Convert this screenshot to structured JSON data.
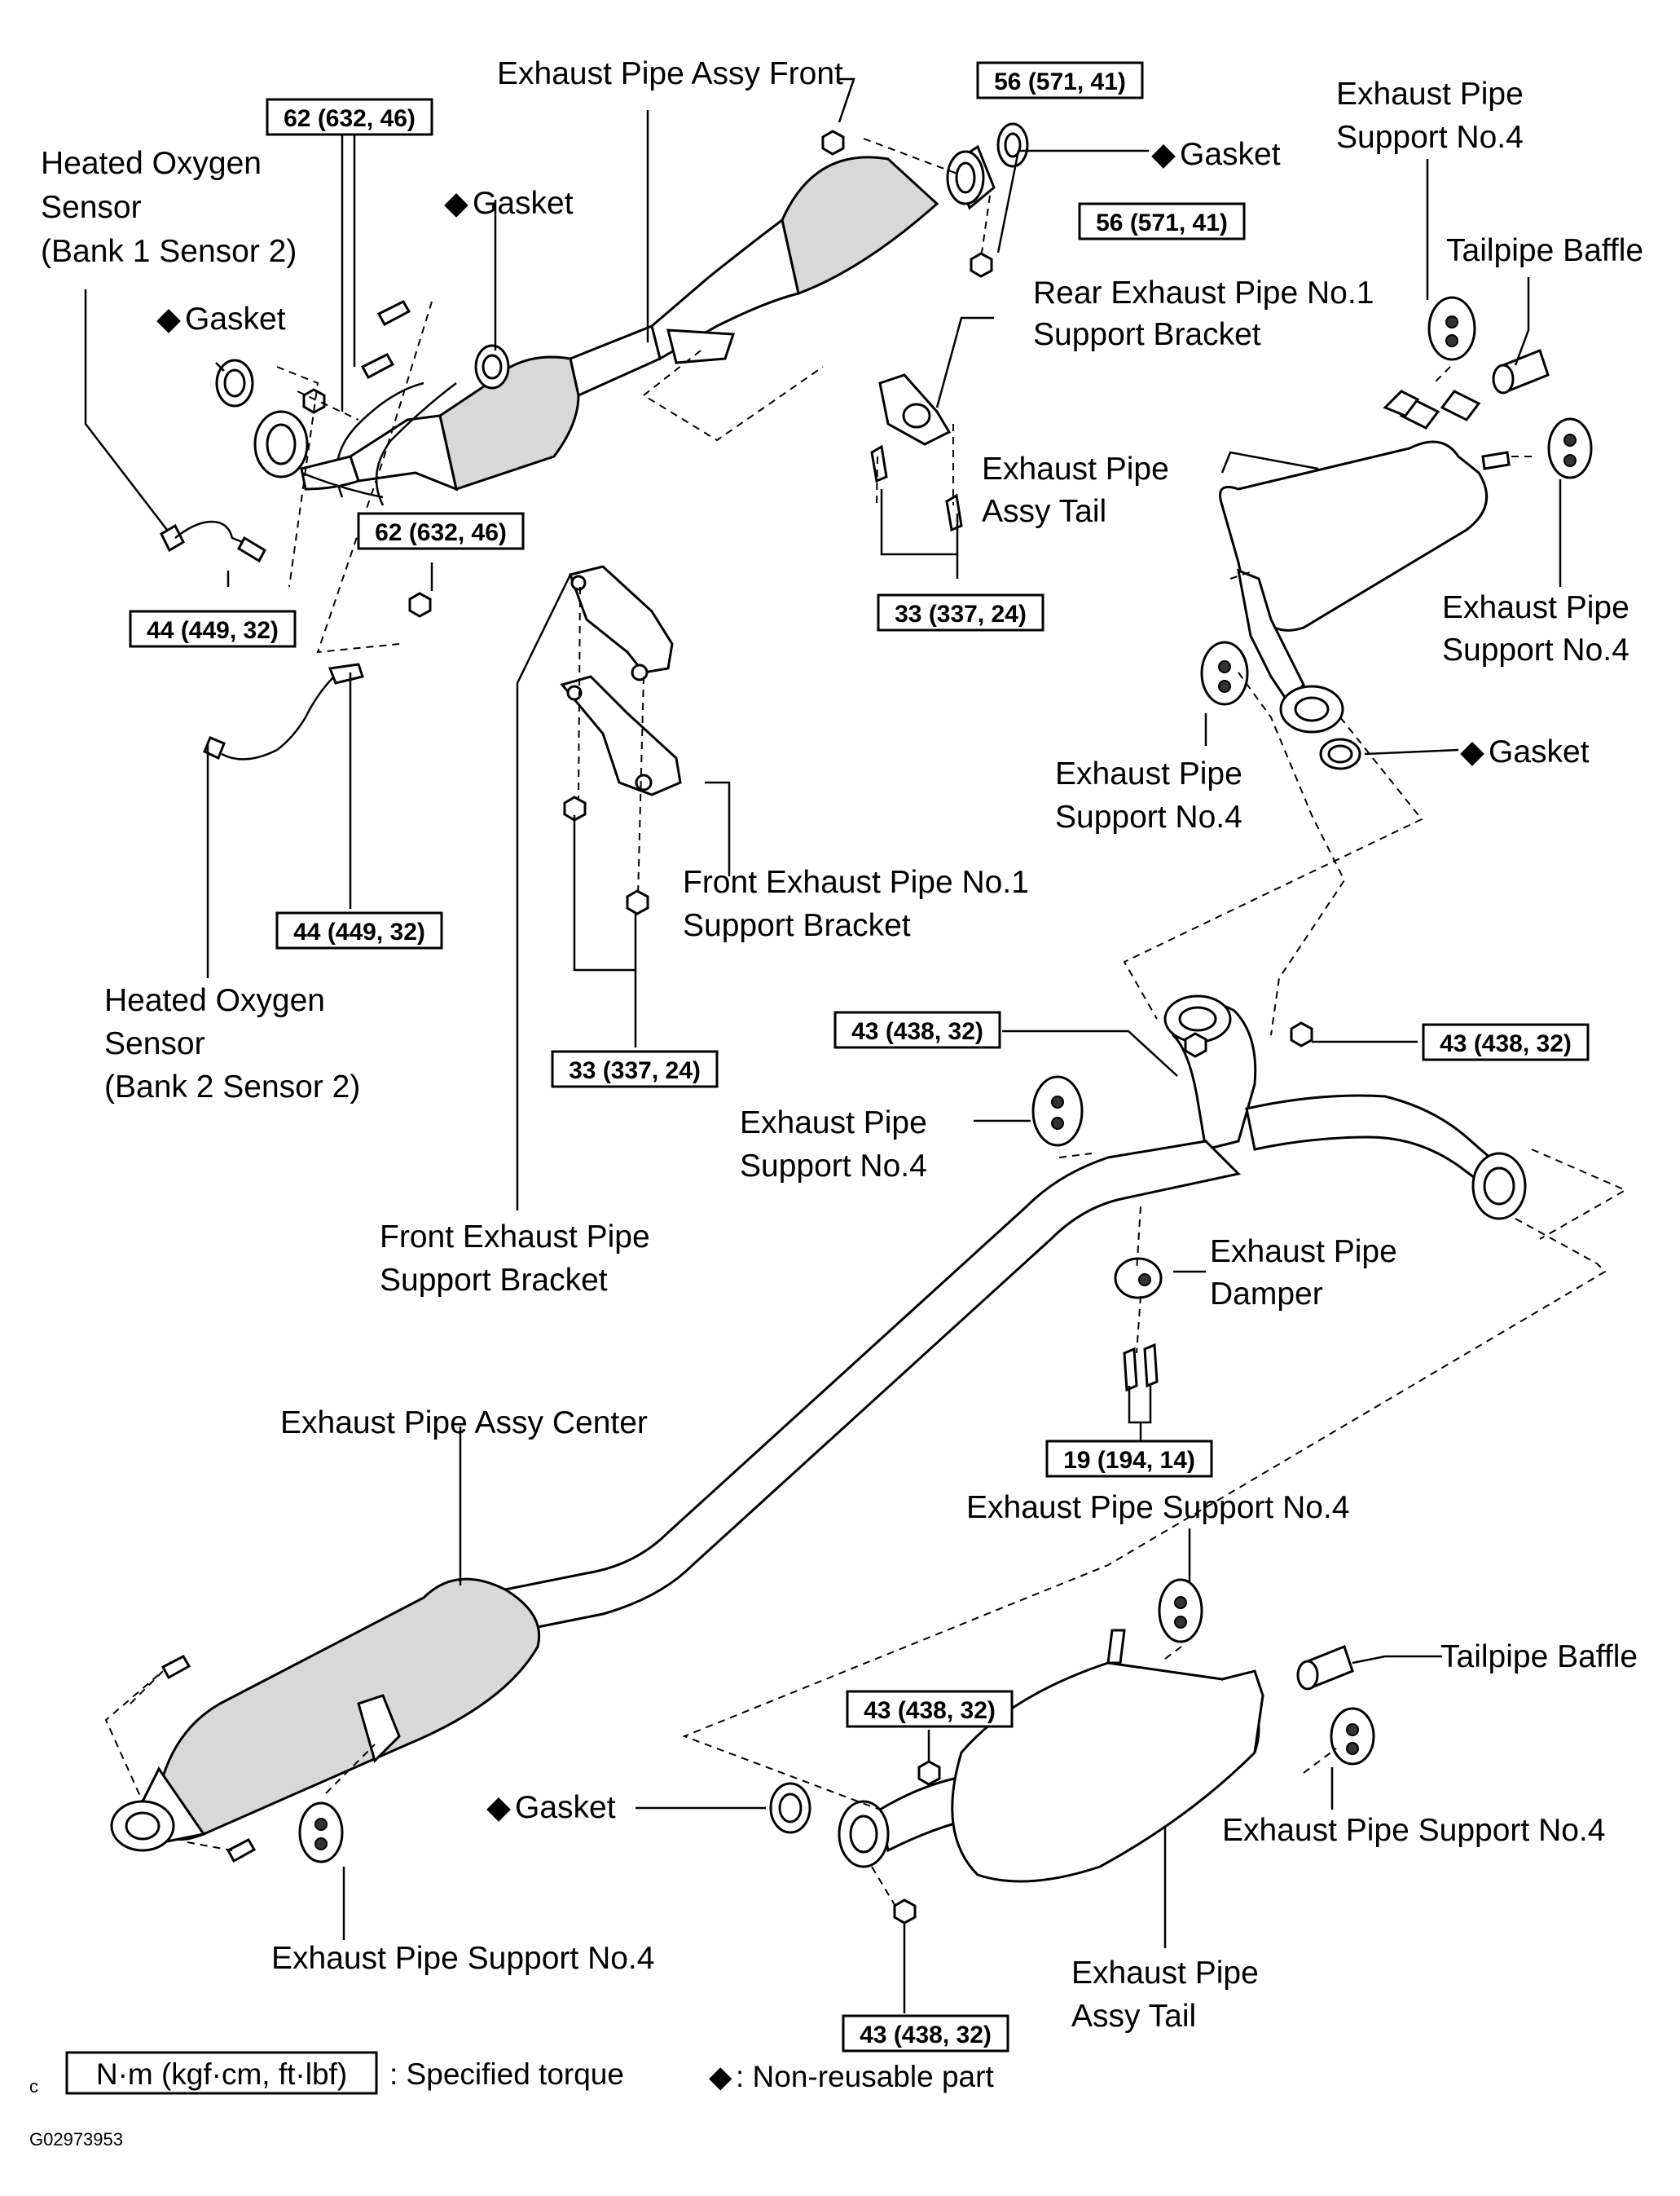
{
  "labels": {
    "exhaust_pipe_assy_front": "Exhaust Pipe Assy Front",
    "heated_o2_b1s2": [
      "Heated Oxygen",
      "Sensor",
      "(Bank 1 Sensor 2)"
    ],
    "gasket_front_left": "Gasket",
    "gasket_front_mid": "Gasket",
    "gasket_front_top": "Gasket",
    "rear_support_bracket": [
      "Rear Exhaust Pipe No.1",
      "Support Bracket"
    ],
    "exhaust_pipe_assy_tail_upper": [
      "Exhaust Pipe",
      "Assy Tail"
    ],
    "support_no4_top": [
      "Exhaust Pipe",
      "Support No.4"
    ],
    "tailpipe_baffle_top": "Tailpipe Baffle",
    "support_no4_right_upper": [
      "Exhaust Pipe",
      "Support No.4"
    ],
    "support_no4_left_upper": [
      "Exhaust Pipe",
      "Support No.4"
    ],
    "gasket_tail_upper": "Gasket",
    "front_no1_support_bracket": [
      "Front Exhaust Pipe No.1",
      "Support Bracket"
    ],
    "heated_o2_b2s2": [
      "Heated Oxygen",
      "Sensor",
      "(Bank 2 Sensor 2)"
    ],
    "support_no4_center": [
      "Exhaust Pipe",
      "Support No.4"
    ],
    "front_support_bracket": [
      "Front Exhaust Pipe",
      "Support Bracket"
    ],
    "exhaust_pipe_damper": [
      "Exhaust Pipe",
      "Damper"
    ],
    "exhaust_pipe_assy_center": "Exhaust Pipe Assy Center",
    "support_no4_lower_mid": "Exhaust Pipe Support No.4",
    "tailpipe_baffle_lower": "Tailpipe Baffle",
    "gasket_tail_lower": "Gasket",
    "support_no4_lower_right": "Exhaust Pipe Support No.4",
    "support_no4_lower_left": "Exhaust Pipe Support No.4",
    "exhaust_pipe_assy_tail_lower": [
      "Exhaust Pipe",
      "Assy Tail"
    ]
  },
  "torques": {
    "t_56_a": "56 (571, 41)",
    "t_62_a": "62 (632, 46)",
    "t_56_b": "56 (571, 41)",
    "t_62_b": "62 (632, 46)",
    "t_44_a": "44 (449, 32)",
    "t_33_a": "33 (337, 24)",
    "t_44_b": "44 (449, 32)",
    "t_33_b": "33 (337, 24)",
    "t_43_a": "43 (438, 32)",
    "t_43_b": "43 (438, 32)",
    "t_19": "19 (194, 14)",
    "t_43_c": "43 (438, 32)",
    "t_43_d": "43 (438, 32)"
  },
  "legend": {
    "unit_box": "N·m (kgf·cm, ft·lbf)",
    "torque_text": ": Specified torque",
    "nonreusable_text": ":  Non-reusable part",
    "corner_letter": "c",
    "figure_code": "G02973953"
  }
}
